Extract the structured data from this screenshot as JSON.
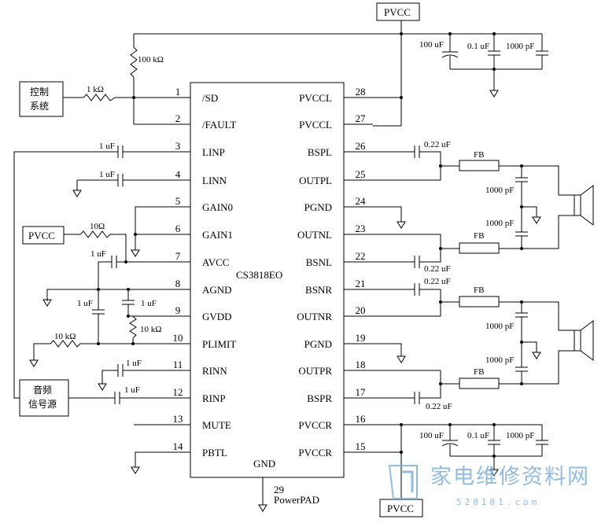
{
  "ic": {
    "name": "CS3818EO",
    "gnd_label": "GND",
    "powerpad_pin": "29",
    "powerpad_label": "PowerPAD",
    "left_pins": [
      {
        "num": "1",
        "label": "/SD"
      },
      {
        "num": "2",
        "label": "/FAULT"
      },
      {
        "num": "3",
        "label": "LINP"
      },
      {
        "num": "4",
        "label": "LINN"
      },
      {
        "num": "5",
        "label": "GAIN0"
      },
      {
        "num": "6",
        "label": "GAIN1"
      },
      {
        "num": "7",
        "label": "AVCC"
      },
      {
        "num": "8",
        "label": "AGND"
      },
      {
        "num": "9",
        "label": "GVDD"
      },
      {
        "num": "10",
        "label": "PLIMIT"
      },
      {
        "num": "11",
        "label": "RINN"
      },
      {
        "num": "12",
        "label": "RINP"
      },
      {
        "num": "13",
        "label": "MUTE"
      },
      {
        "num": "14",
        "label": "PBTL"
      }
    ],
    "right_pins": [
      {
        "num": "28",
        "label": "PVCCL"
      },
      {
        "num": "27",
        "label": "PVCCL"
      },
      {
        "num": "26",
        "label": "BSPL"
      },
      {
        "num": "25",
        "label": "OUTPL"
      },
      {
        "num": "24",
        "label": "PGND"
      },
      {
        "num": "23",
        "label": "OUTNL"
      },
      {
        "num": "22",
        "label": "BSNL"
      },
      {
        "num": "21",
        "label": "BSNR"
      },
      {
        "num": "20",
        "label": "OUTNR"
      },
      {
        "num": "19",
        "label": "PGND"
      },
      {
        "num": "18",
        "label": "OUTPR"
      },
      {
        "num": "17",
        "label": "BSPR"
      },
      {
        "num": "16",
        "label": "PVCCR"
      },
      {
        "num": "15",
        "label": "PVCCR"
      }
    ]
  },
  "blocks": {
    "control": [
      "控制",
      "系统"
    ],
    "audio": [
      "音频",
      "信号源"
    ],
    "pvcc_top": "PVCC",
    "pvcc_left": "PVCC",
    "pvcc_bottom": "PVCC"
  },
  "components": {
    "r_pullup": "100 kΩ",
    "r_sd": "1 kΩ",
    "c_linp": "1 uF",
    "c_linn": "1 uF",
    "r_avcc": "10Ω",
    "c_avcc": "1 uF",
    "c_agnd": "1 uF",
    "c_gvdd": "1 uF",
    "r_gvdd": "10 kΩ",
    "r_plimit": "10 kΩ",
    "c_rinn": "1 uF",
    "c_rinp": "1 uF",
    "c_bspl": "0.22 uF",
    "c_bsnl": "0.22 uF",
    "c_bsnr": "0.22 uF",
    "c_bspr": "0.22 uF",
    "fb": "FB",
    "c_fb": "1000 pF",
    "dec_top": [
      "100 uF",
      "0.1 uF",
      "1000 pF"
    ],
    "dec_bottom": [
      "100 uF",
      "0.1 uF",
      "1000 pF"
    ]
  },
  "watermark": {
    "text": "家电维修资料网",
    "url": "520101.com"
  }
}
